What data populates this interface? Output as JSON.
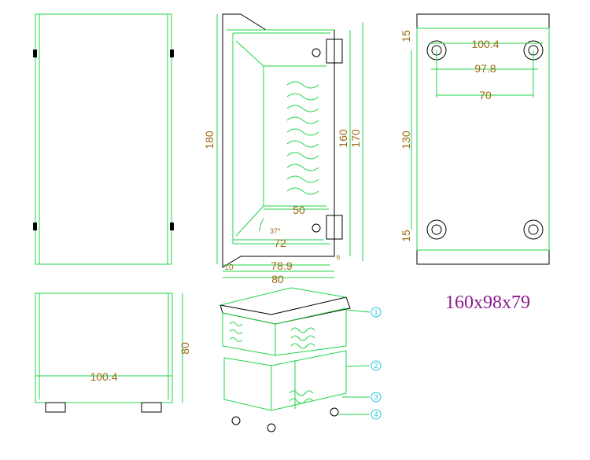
{
  "model_title": "160x98x79",
  "colors": {
    "outline": "#21d44a",
    "dimension_text": "#9b6a13",
    "title": "#8c1a8c",
    "callout": "#21c8d8"
  },
  "dimensions": {
    "side_height_180": "180",
    "side_inner_160": "160",
    "side_outer_170": "170",
    "side_bottom_50": "50",
    "side_angle": "37°",
    "side_72": "72",
    "side_10": "10",
    "side_789": "78.9",
    "side_80": "80",
    "bottom_1004": "100.4",
    "bottom_978": "97.8",
    "bottom_70": "70",
    "bottom_130": "130",
    "bottom_15_top": "15",
    "bottom_15_bot": "15",
    "front_1004": "100.4",
    "front_80": "80",
    "small_mark": "6"
  },
  "callouts": [
    "1",
    "2",
    "3",
    "4"
  ]
}
